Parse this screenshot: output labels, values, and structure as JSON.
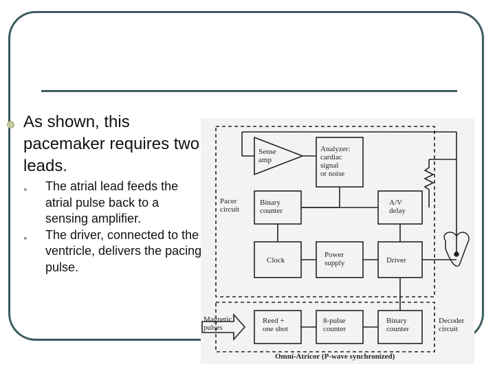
{
  "slide": {
    "main_bullet": "As shown, this pacemaker requires two leads.",
    "sub_bullets": [
      "The atrial lead feeds the atrial pulse back to a sensing amplifier.",
      "The driver, connected to the ventricle, delivers the pacing pulse."
    ]
  },
  "diagram": {
    "blocks": {
      "sense_amp": [
        "Sense",
        "amp"
      ],
      "analyzer": [
        "Analyzer:",
        "cardiac",
        "signal",
        "or noise"
      ],
      "pacer_label": [
        "Pacer",
        "circuit"
      ],
      "binary_counter_top": [
        "Binary",
        "counter"
      ],
      "av_delay": [
        "A/V",
        "delay"
      ],
      "clock": "Clock",
      "power_supply": [
        "Power",
        "supply"
      ],
      "driver": "Driver",
      "magnetic_pulses": [
        "Magnetic",
        "pulses"
      ],
      "reed": [
        "Reed +",
        "one shot"
      ],
      "eight_pulse": [
        "8-pulse",
        "counter"
      ],
      "binary_counter_bottom": [
        "Binary",
        "counter"
      ],
      "decoder": [
        "Decoder",
        "circuit"
      ]
    },
    "caption": "Omni-Atricor (P-wave synchronized)",
    "colors": {
      "line": "#222222",
      "frame": "#3d5a5e",
      "bullet": "#c9c9a0"
    }
  }
}
